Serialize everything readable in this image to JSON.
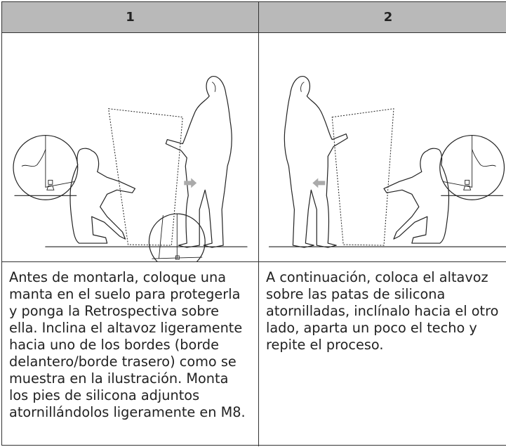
{
  "steps": [
    {
      "number": "1",
      "text": "Antes de montarla, coloque una manta en el suelo para protegerla y ponga la Retrospectiva sobre ella. Inclina el altavoz ligeramente hacia uno de los bordes (borde delantero/borde trasero) como se muestra en la ilustración. Monta los pies de silicona adjuntos atornillándolos ligeramente en M8."
    },
    {
      "number": "2",
      "text": "A continuación, coloca el altavoz sobre las patas de silicona atornilladas, inclínalo hacia el otro lado, aparta un poco el techo y repite el proceso."
    }
  ],
  "colors": {
    "header_bg": "#b9b9b9",
    "border": "#333333",
    "arrow": "#aaaaaa"
  },
  "icons": [
    "arrow-right-icon",
    "arrow-left-icon"
  ]
}
